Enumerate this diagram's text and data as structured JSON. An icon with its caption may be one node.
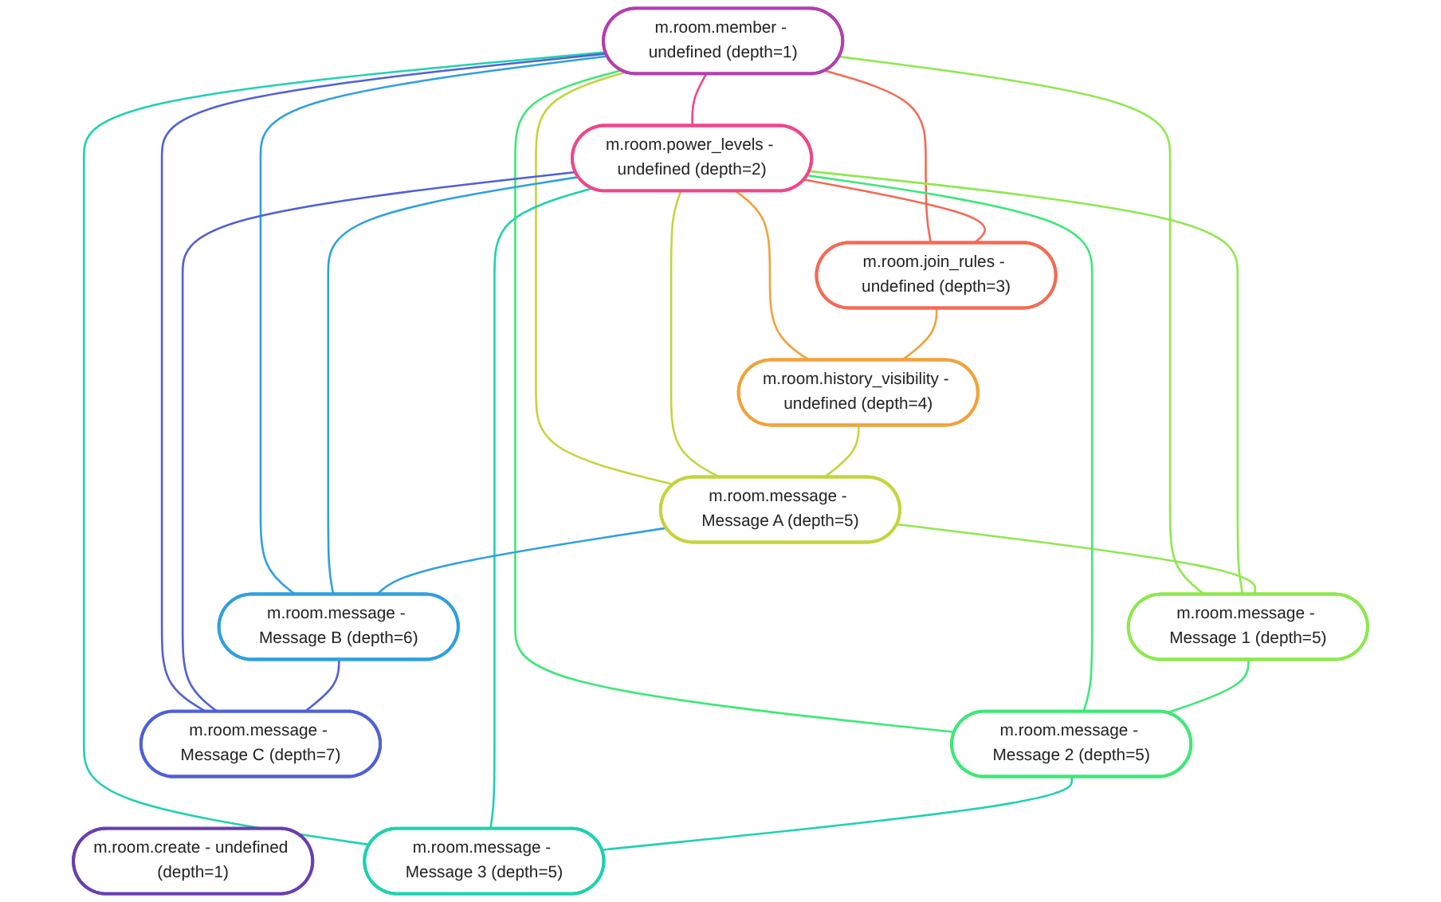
{
  "diagram": {
    "nodes": [
      {
        "text": [
          "m.room.create - undefined (depth=1)"
        ]
      },
      {
        "text": [
          "m.room.member - undefined (depth=1)"
        ]
      },
      {
        "text": [
          "m.room.power_levels - undefined (depth=2)"
        ]
      },
      {
        "text": [
          "m.room.join_rules - undefined (depth=3)"
        ]
      },
      {
        "text": [
          "m.room.history_visibility - undefined (depth=4)"
        ]
      },
      {
        "text": [
          "m.room.message - Message A (depth=5)"
        ]
      },
      {
        "text": [
          "m.room.message - Message 1 (depth=5)"
        ]
      },
      {
        "text": [
          "m.room.message - Message 2 (depth=5)"
        ]
      },
      {
        "text": [
          "m.room.message - Message 3 (depth=5)"
        ]
      },
      {
        "text": [
          "m.room.message - Message B (depth=6)"
        ]
      },
      {
        "text": [
          "m.room.message - Message C (depth=7)"
        ]
      }
    ],
    "edges": [
      {
        "from": 2,
        "to": 1,
        "arrow": "none",
        "color": "#f0468a"
      },
      {
        "from": 3,
        "to": 1,
        "arrow": "none",
        "color": "#f56a55"
      },
      {
        "from": 3,
        "to": 2,
        "arrow": "none",
        "color": "#f56a55"
      },
      {
        "from": 4,
        "to": 2,
        "arrow": "none",
        "color": "#f2a23a"
      },
      {
        "from": 4,
        "to": 3,
        "arrow": "none",
        "color": "#f2a23a"
      },
      {
        "from": 5,
        "to": 1,
        "arrow": "none",
        "color": "#c4d43e"
      },
      {
        "from": 5,
        "to": 2,
        "arrow": "none",
        "color": "#c4d43e"
      },
      {
        "from": 5,
        "to": 4,
        "arrow": "none",
        "color": "#c4d43e"
      },
      {
        "from": 6,
        "to": 1,
        "arrow": "none",
        "color": "#8ee84e"
      },
      {
        "from": 6,
        "to": 2,
        "arrow": "none",
        "color": "#8ee84e"
      },
      {
        "from": 6,
        "to": 5,
        "arrow": "none",
        "color": "#8ee84e"
      },
      {
        "from": 7,
        "to": 1,
        "arrow": "none",
        "color": "#3ee878"
      },
      {
        "from": 7,
        "to": 2,
        "arrow": "none",
        "color": "#3ee878"
      },
      {
        "from": 7,
        "to": 6,
        "arrow": "none",
        "color": "#3ee878"
      },
      {
        "from": 8,
        "to": 1,
        "arrow": "none",
        "color": "#1fd1b0"
      },
      {
        "from": 8,
        "to": 2,
        "arrow": "none",
        "color": "#1fd1b0"
      },
      {
        "from": 8,
        "to": 7,
        "arrow": "none",
        "color": "#1fd1b0"
      },
      {
        "from": 9,
        "to": 1,
        "arrow": "none",
        "color": "#2fa0e0"
      },
      {
        "from": 9,
        "to": 2,
        "arrow": "none",
        "color": "#2fa0e0"
      },
      {
        "from": 9,
        "to": 5,
        "arrow": "none",
        "color": "#2fa0e0"
      },
      {
        "from": 10,
        "to": 1,
        "arrow": "none",
        "color": "#5060d8"
      },
      {
        "from": 10,
        "to": 2,
        "arrow": "none",
        "color": "#5060d8"
      },
      {
        "from": 10,
        "to": 9,
        "arrow": "none",
        "color": "#5060d8"
      }
    ]
  }
}
